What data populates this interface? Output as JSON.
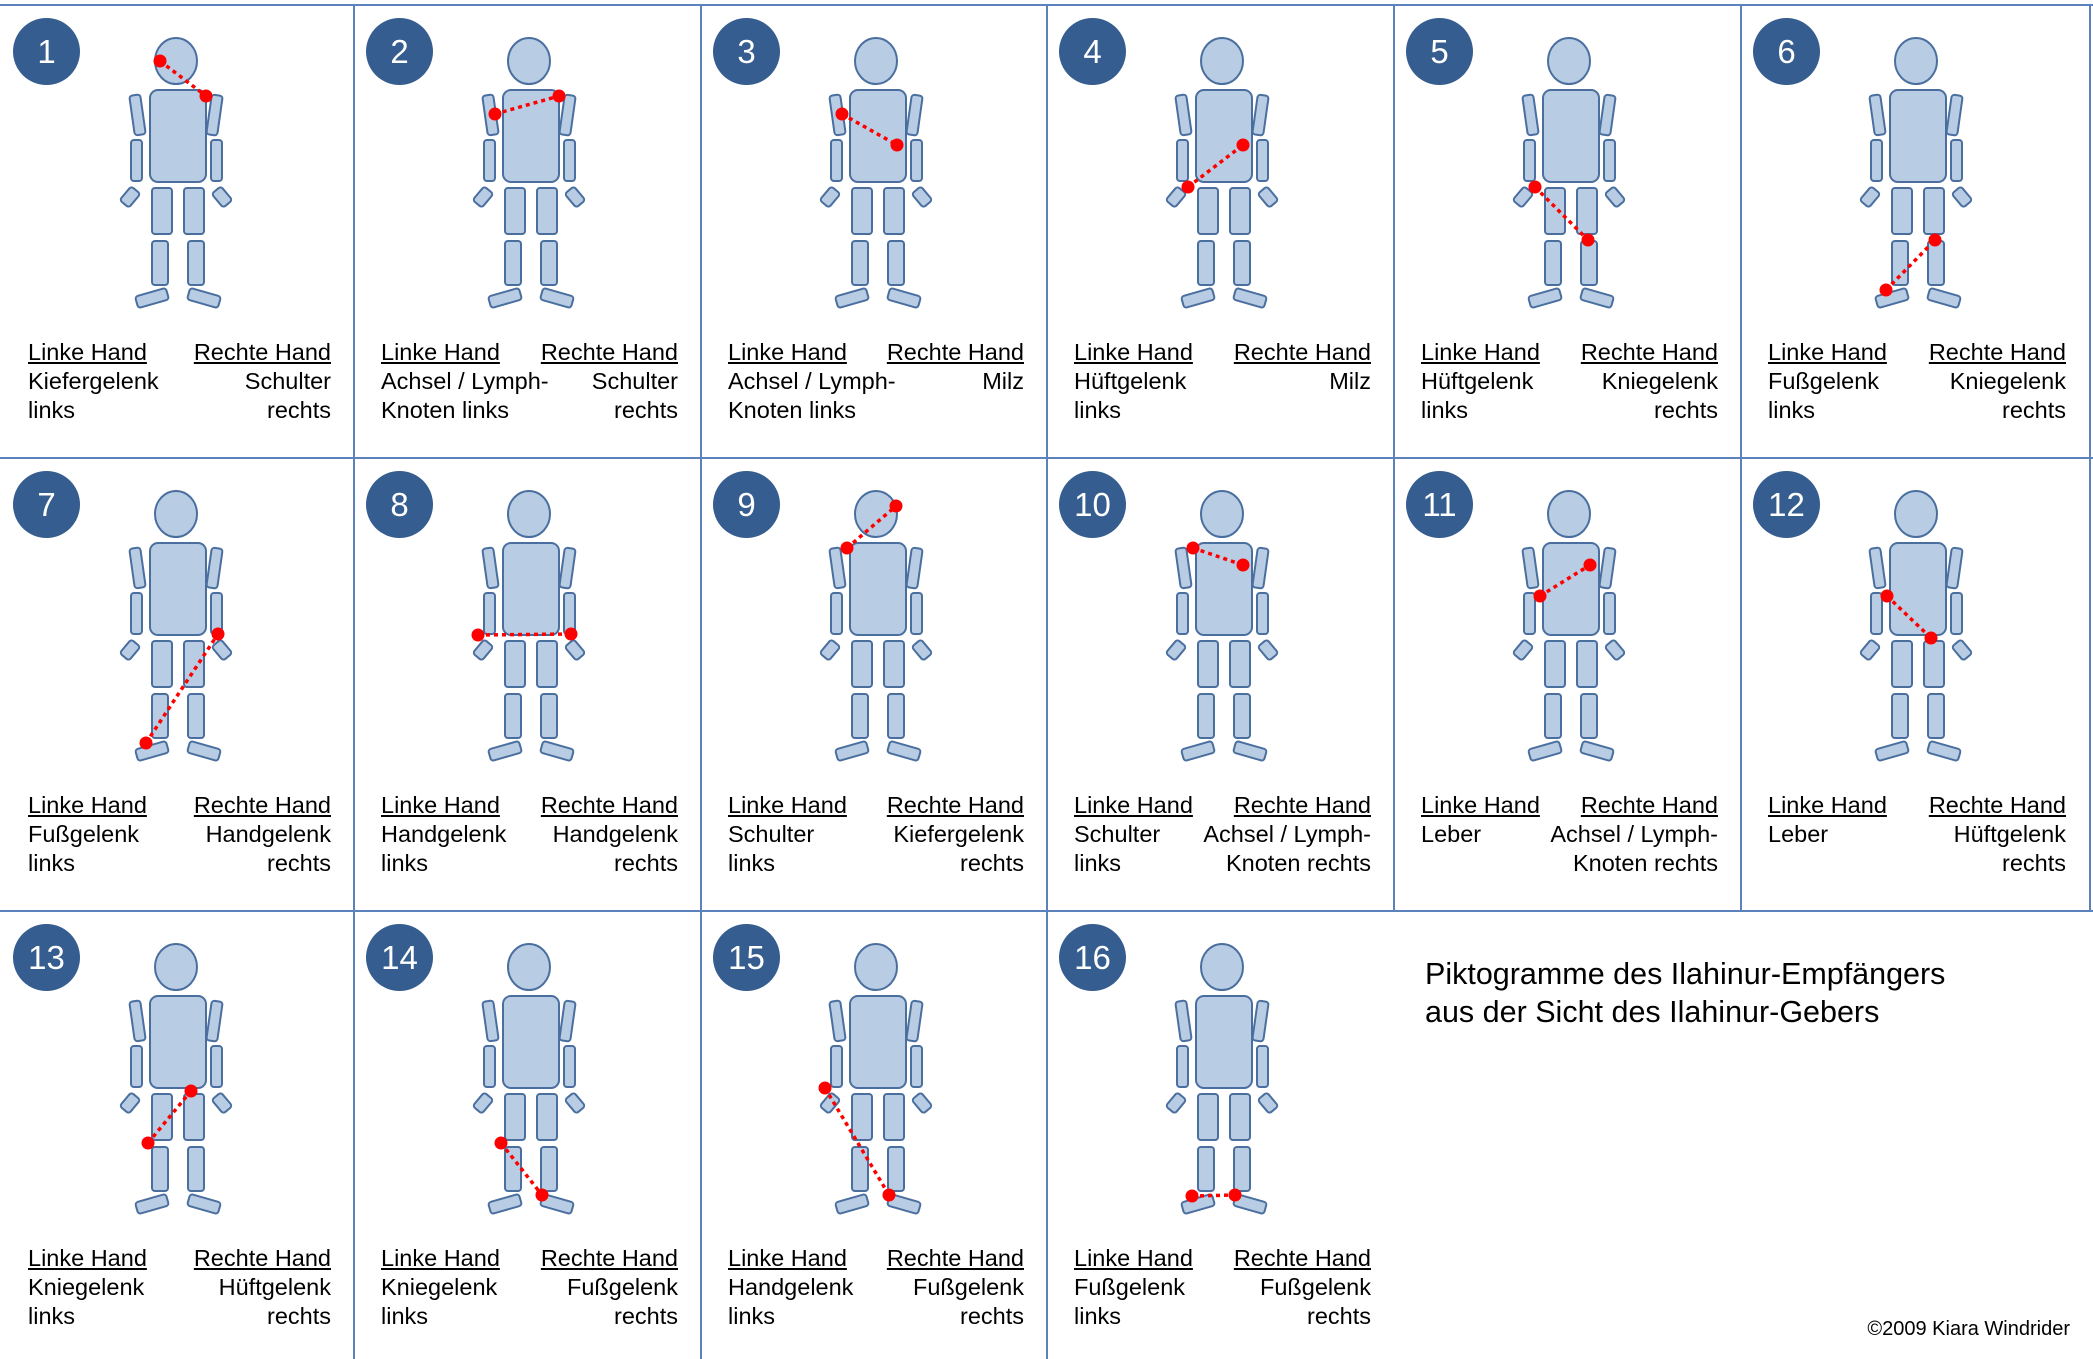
{
  "colors": {
    "grid_line": "#5b82bc",
    "badge_fill": "#355d8f",
    "body_fill": "#b8cce4",
    "body_stroke": "#4a6f9f",
    "connection": "#ff0000"
  },
  "pictograms": [
    {
      "number": "1",
      "left_header": "Linke Hand",
      "right_header": "Rechte Hand",
      "left_text": "Kiefergelenk\nlinks",
      "right_text": "Schulter\nrechts",
      "points": [
        "jaw-left",
        "shoulder-right"
      ]
    },
    {
      "number": "2",
      "left_header": "Linke Hand",
      "right_header": "Rechte Hand",
      "left_text": "Achsel / Lymph-\nKnoten links",
      "right_text": "Schulter\nrechts",
      "points": [
        "axilla-left",
        "shoulder-right"
      ]
    },
    {
      "number": "3",
      "left_header": "Linke Hand",
      "right_header": "Rechte Hand",
      "left_text": "Achsel / Lymph-\nKnoten links",
      "right_text": "Milz",
      "points": [
        "axilla-left",
        "spleen"
      ]
    },
    {
      "number": "4",
      "left_header": "Linke Hand",
      "right_header": "Rechte Hand",
      "left_text": "Hüftgelenk\nlinks",
      "right_text": "Milz",
      "points": [
        "hip-left",
        "spleen"
      ]
    },
    {
      "number": "5",
      "left_header": "Linke Hand",
      "right_header": "Rechte Hand",
      "left_text": "Hüftgelenk\nlinks",
      "right_text": "Kniegelenk\nrechts",
      "points": [
        "hip-left",
        "knee-right"
      ]
    },
    {
      "number": "6",
      "left_header": "Linke Hand",
      "right_header": "Rechte Hand",
      "left_text": "Fußgelenk\nlinks",
      "right_text": "Kniegelenk\nrechts",
      "points": [
        "ankle-left",
        "knee-right"
      ]
    },
    {
      "number": "7",
      "left_header": "Linke Hand",
      "right_header": "Rechte Hand",
      "left_text": "Fußgelenk\nlinks",
      "right_text": "Handgelenk\nrechts",
      "points": [
        "ankle-left",
        "wrist-right"
      ]
    },
    {
      "number": "8",
      "left_header": "Linke Hand",
      "right_header": "Rechte Hand",
      "left_text": "Handgelenk\nlinks",
      "right_text": "Handgelenk\nrechts",
      "points": [
        "wrist-left",
        "wrist-right"
      ]
    },
    {
      "number": "9",
      "left_header": "Linke Hand",
      "right_header": "Rechte Hand",
      "left_text": "Schulter\nlinks",
      "right_text": "Kiefergelenk\nrechts",
      "points": [
        "shoulder-left",
        "jaw-right"
      ]
    },
    {
      "number": "10",
      "left_header": "Linke Hand",
      "right_header": "Rechte Hand",
      "left_text": "Schulter\nlinks",
      "right_text": "Achsel / Lymph-\nKnoten rechts",
      "points": [
        "shoulder-left",
        "axilla-right"
      ]
    },
    {
      "number": "11",
      "left_header": "Linke Hand",
      "right_header": "Rechte Hand",
      "left_text": "Leber",
      "right_text": "Achsel / Lymph-\nKnoten rechts",
      "points": [
        "liver",
        "axilla-right"
      ]
    },
    {
      "number": "12",
      "left_header": "Linke Hand",
      "right_header": "Rechte Hand",
      "left_text": "Leber",
      "right_text": "Hüftgelenk\nrechts",
      "points": [
        "liver",
        "hip-right"
      ]
    },
    {
      "number": "13",
      "left_header": "Linke Hand",
      "right_header": "Rechte Hand",
      "left_text": "Kniegelenk\nlinks",
      "right_text": "Hüftgelenk\nrechts",
      "points": [
        "knee-left",
        "hip-right"
      ]
    },
    {
      "number": "14",
      "left_header": "Linke Hand",
      "right_header": "Rechte Hand",
      "left_text": "Kniegelenk\nlinks",
      "right_text": "Fußgelenk\nrechts",
      "points": [
        "knee-left",
        "ankle-right"
      ]
    },
    {
      "number": "15",
      "left_header": "Linke Hand",
      "right_header": "Rechte Hand",
      "left_text": "Handgelenk\nlinks",
      "right_text": "Fußgelenk\nrechts",
      "points": [
        "wrist-left",
        "ankle-right"
      ]
    },
    {
      "number": "16",
      "left_header": "Linke Hand",
      "right_header": "Rechte Hand",
      "left_text": "Fußgelenk\nlinks",
      "right_text": "Fußgelenk\nrechts",
      "points": [
        "ankle-left",
        "ankle-right"
      ]
    }
  ],
  "caption": "Piktogramme des Ilahinur-Empfängers\naus der Sicht des Ilahinur-Gebers",
  "copyright": "©2009 Kiara Windrider"
}
